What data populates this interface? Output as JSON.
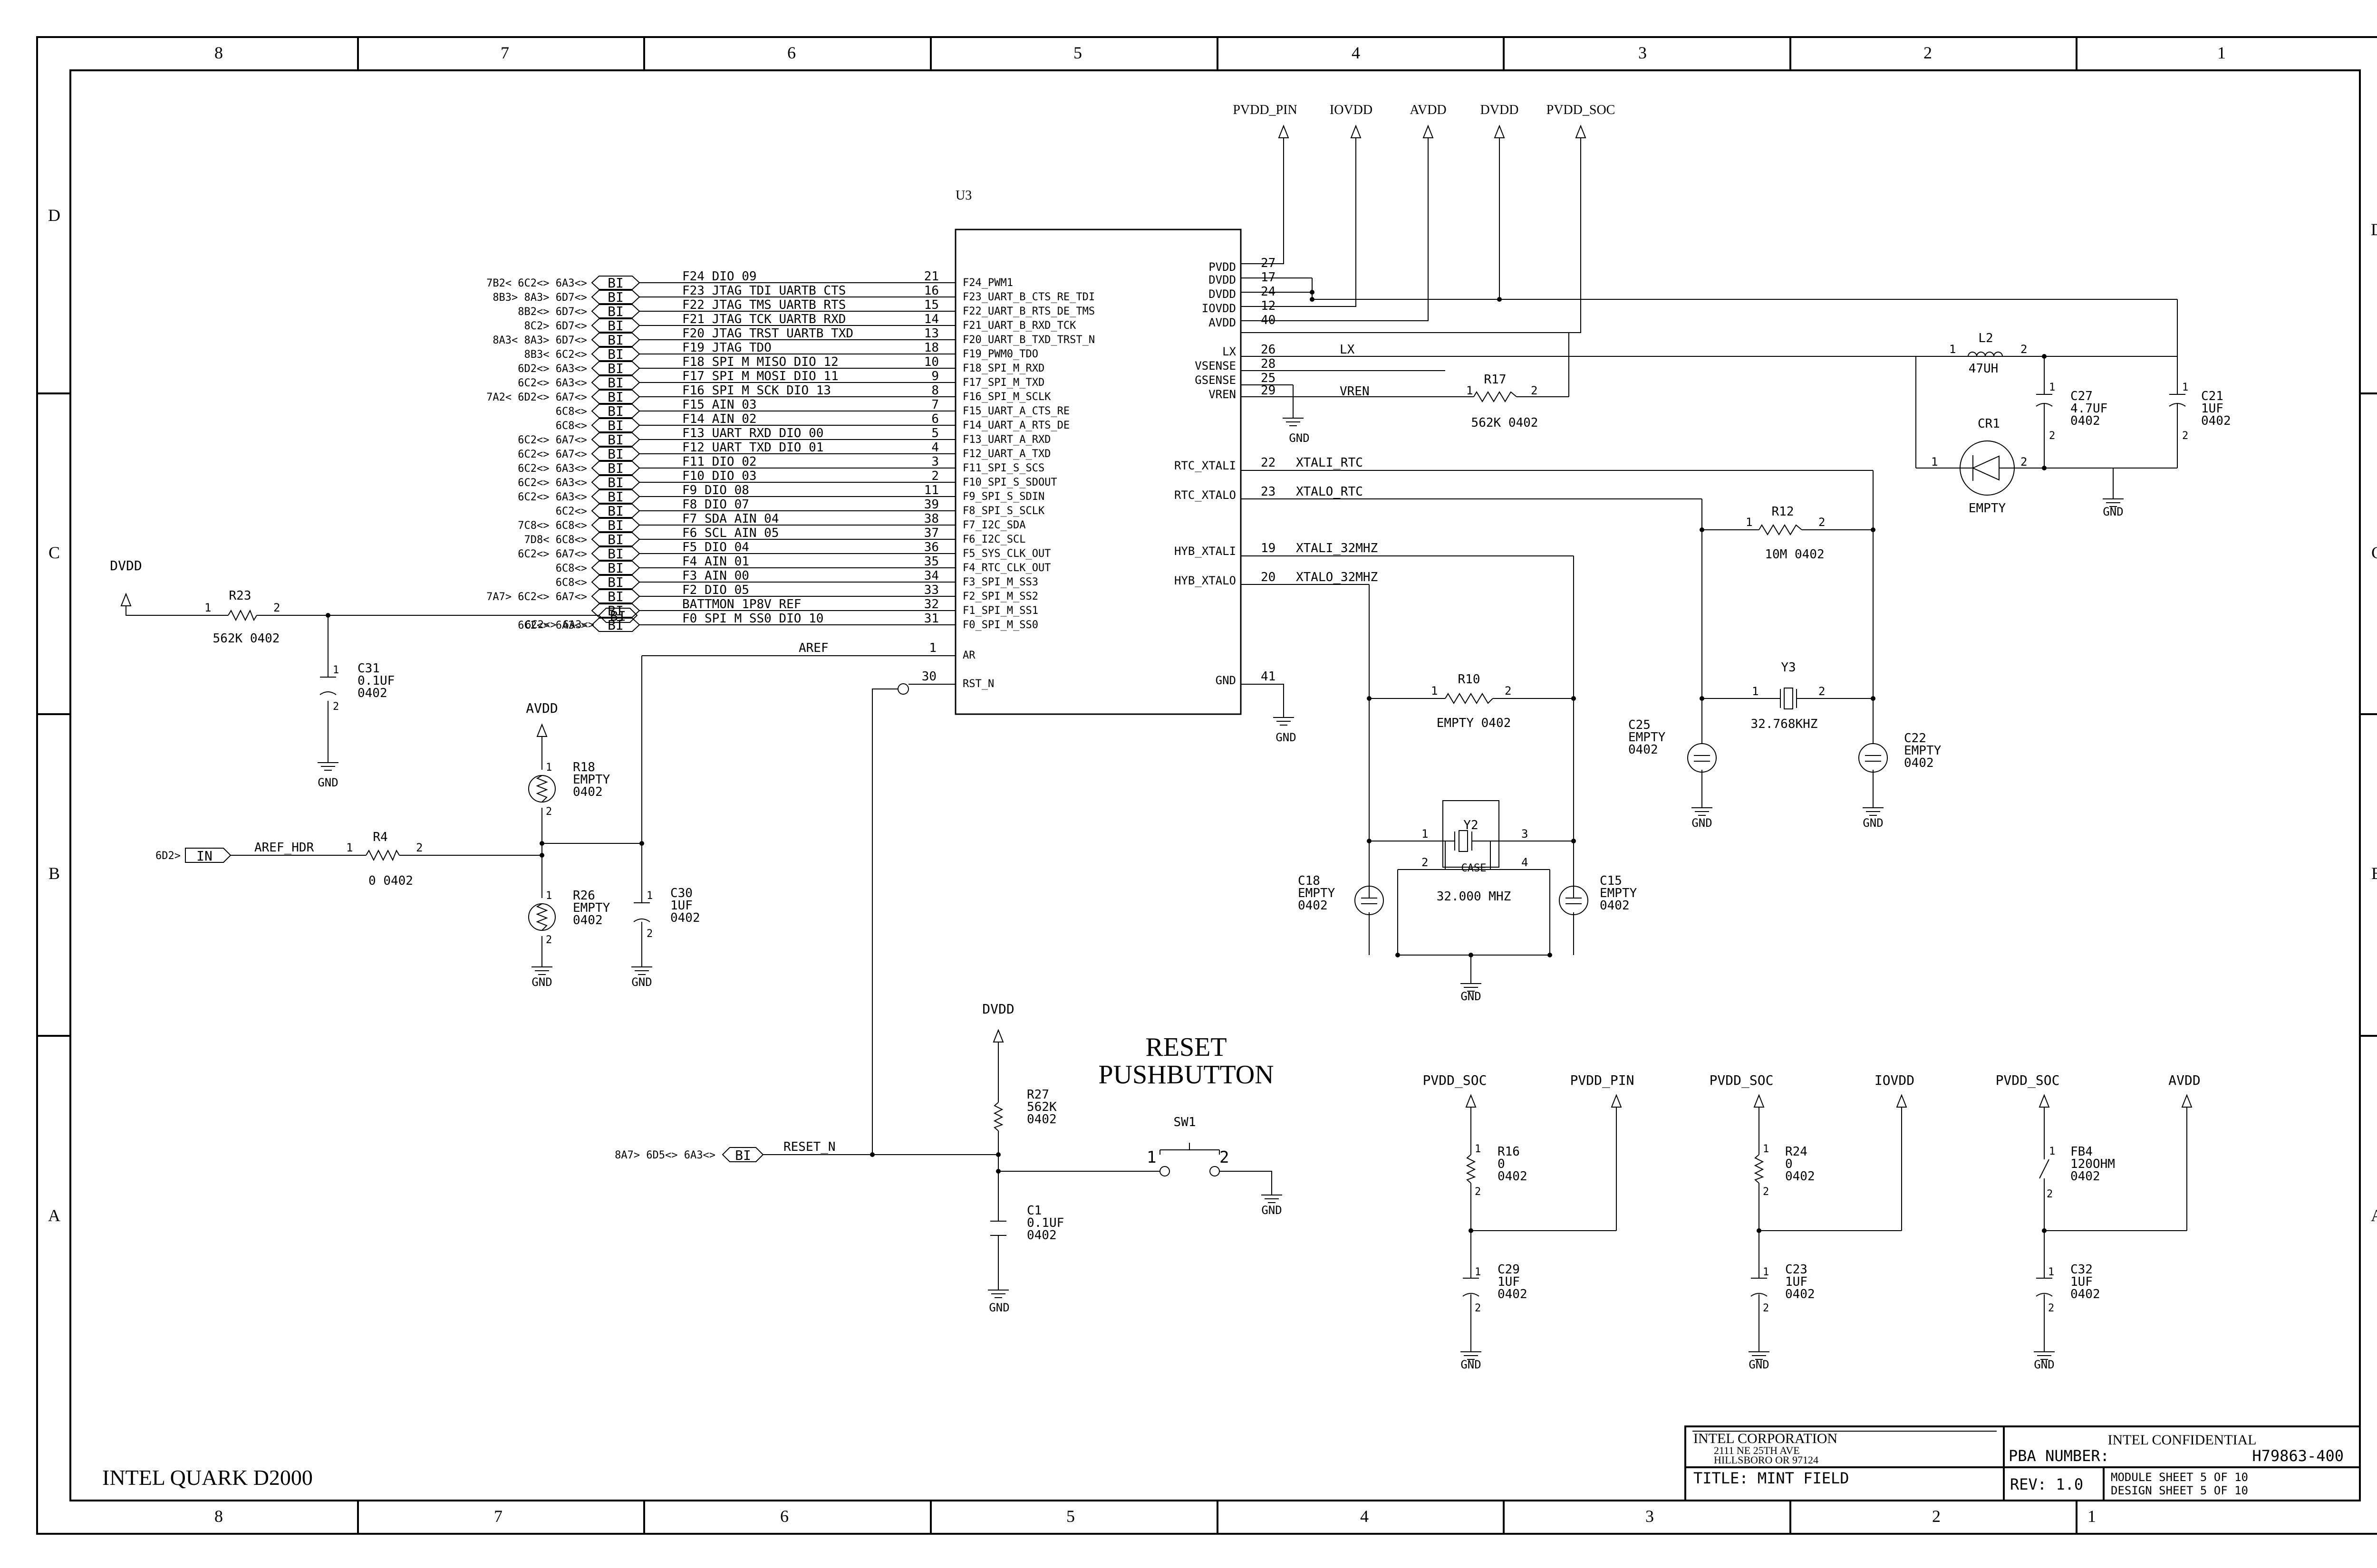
{
  "frame": {
    "cols_top": [
      "8",
      "7",
      "6",
      "5",
      "4",
      "3",
      "2",
      "1"
    ],
    "cols_bottom": [
      "8",
      "7",
      "6",
      "5",
      "4",
      "3",
      "2",
      "1"
    ],
    "rows_left": [
      "D",
      "C",
      "B",
      "A"
    ],
    "rows_right": [
      "D",
      "C",
      "B",
      "A"
    ]
  },
  "power_flags": [
    "PVDD_PIN",
    "IOVDD",
    "AVDD",
    "DVDD",
    "PVDD_SOC"
  ],
  "u3": {
    "refdes": "U3",
    "left_pins": [
      {
        "num": "21",
        "name": "F24_PWM1",
        "net": "F24_DIO_09",
        "xref": "7B2<  6C2<>  6A3<>"
      },
      {
        "num": "16",
        "name": "F23_UART_B_CTS_RE_TDI",
        "net": "F23_JTAG_TDI_UARTB_CTS",
        "xref": "8B3>  8A3>  6D7<>"
      },
      {
        "num": "15",
        "name": "F22_UART_B_RTS_DE_TMS",
        "net": "F22_JTAG_TMS_UARTB_RTS",
        "xref": "8B2<>  6D7<>"
      },
      {
        "num": "14",
        "name": "F21_UART_B_RXD_TCK",
        "net": "F21_JTAG_TCK_UARTB_RXD",
        "xref": "8C2>  6D7<>"
      },
      {
        "num": "13",
        "name": "F20_UART_B_TXD_TRST_N",
        "net": "F20_JTAG_TRST_UARTB_TXD",
        "xref": "8A3<  8A3>  6D7<>"
      },
      {
        "num": "18",
        "name": "F19_PWM0_TDO",
        "net": "F19_JTAG_TDO",
        "xref": "8B3<  6C2<>"
      },
      {
        "num": "10",
        "name": "F18_SPI_M_RXD",
        "net": "F18_SPI_M_MISO_DIO_12",
        "xref": "6D2<>  6A3<>"
      },
      {
        "num": "9",
        "name": "F17_SPI_M_TXD",
        "net": "F17_SPI_M_MOSI_DIO_11",
        "xref": "6C2<>  6A3<>"
      },
      {
        "num": "8",
        "name": "F16_SPI_M_SCLK",
        "net": "F16_SPI_M_SCK_DIO_13",
        "xref": "7A2<  6D2<>  6A7<>"
      },
      {
        "num": "7",
        "name": "F15_UART_A_CTS_RE",
        "net": "F15_AIN_03",
        "xref": "6C8<>"
      },
      {
        "num": "6",
        "name": "F14_UART_A_RTS_DE",
        "net": "F14_AIN_02",
        "xref": "6C8<>"
      },
      {
        "num": "5",
        "name": "F13_UART_A_RXD",
        "net": "F13_UART_RXD_DIO_00",
        "xref": "6C2<>  6A7<>"
      },
      {
        "num": "4",
        "name": "F12_UART_A_TXD",
        "net": "F12_UART_TXD_DIO_01",
        "xref": "6C2<>  6A7<>"
      },
      {
        "num": "3",
        "name": "F11_SPI_S_SCS",
        "net": "F11_DIO_02",
        "xref": "6C2<>  6A3<>"
      },
      {
        "num": "2",
        "name": "F10_SPI_S_SDOUT",
        "net": "F10_DIO_03",
        "xref": "6C2<>  6A3<>"
      },
      {
        "num": "11",
        "name": "F9_SPI_S_SDIN",
        "net": "F9_DIO_08",
        "xref": "6C2<>  6A3<>"
      },
      {
        "num": "39",
        "name": "F8_SPI_S_SCLK",
        "net": "F8_DIO_07",
        "xref": "6C2<>"
      },
      {
        "num": "38",
        "name": "F7_I2C_SDA",
        "net": "F7_SDA_AIN_04",
        "xref": "7C8<>  6C8<>"
      },
      {
        "num": "37",
        "name": "F6_I2C_SCL",
        "net": "F6_SCL_AIN_05",
        "xref": "7D8<  6C8<>"
      },
      {
        "num": "36",
        "name": "F5_SYS_CLK_OUT",
        "net": "F5_DIO_04",
        "xref": "6C2<>  6A7<>"
      },
      {
        "num": "35",
        "name": "F4_RTC_CLK_OUT",
        "net": "F4_AIN_01",
        "xref": "6C8<>"
      },
      {
        "num": "34",
        "name": "F3_SPI_M_SS3",
        "net": "F3_AIN_00",
        "xref": "6C8<>"
      },
      {
        "num": "33",
        "name": "F2_SPI_M_SS2",
        "net": "F2_DIO_05",
        "xref": "7A7>  6C2<>  6A7<>"
      },
      {
        "num": "32",
        "name": "F1_SPI_M_SS1",
        "net": "BATTMON_1P8V_REF",
        "xref": ""
      },
      {
        "num": "31",
        "name": "F0_SPI_M_SS0",
        "net": "F0_SPI_M_SS0_DIO_10",
        "xref": "6C2<>  6A3<>"
      }
    ],
    "ar_pin": {
      "num": "1",
      "name": "AR",
      "net": "AREF"
    },
    "rst_pin": {
      "num": "30",
      "name": "RST_N"
    },
    "power_pins": [
      {
        "name": "PVDD",
        "num": "27"
      },
      {
        "name": "DVDD",
        "num": "17"
      },
      {
        "name": "DVDD",
        "num": "24"
      },
      {
        "name": "IOVDD",
        "num": "12"
      },
      {
        "name": "AVDD",
        "num": "40"
      },
      {
        "name": "LX",
        "num": "26",
        "net": "LX"
      },
      {
        "name": "VSENSE",
        "num": "28"
      },
      {
        "name": "GSENSE",
        "num": "25"
      },
      {
        "name": "VREN",
        "num": "29",
        "net": "VREN"
      }
    ],
    "clock_pins": [
      {
        "name": "RTC_XTALI",
        "num": "22",
        "net": "XTALI_RTC"
      },
      {
        "name": "RTC_XTALO",
        "num": "23",
        "net": "XTALO_RTC"
      },
      {
        "name": "HYB_XTALI",
        "num": "19",
        "net": "XTALI_32MHZ"
      },
      {
        "name": "HYB_XTALO",
        "num": "20",
        "net": "XTALO_32MHZ"
      }
    ],
    "gnd_pin": {
      "name": "GND",
      "num": "41"
    }
  },
  "offpage": {
    "bi": "BI",
    "in": "IN"
  },
  "net_labels": {
    "gnd": "GND",
    "dvdd": "DVDD",
    "avdd": "AVDD",
    "aref_hdr": "AREF_HDR",
    "reset_n": "RESET_N",
    "pvdd_soc": "PVDD_SOC",
    "pvdd_pin": "PVDD_PIN",
    "iovdd": "IOVDD"
  },
  "xrefs": {
    "r23_in": "6C2<>  6A3<>",
    "aref_hdr_in": "6D2>",
    "reset_n": "8A7>  6D5<>  6A3<>"
  },
  "pins": {
    "one": "1",
    "two": "2",
    "three": "3",
    "four": "4"
  },
  "components": {
    "r23": {
      "ref": "R23",
      "val": "562K  0402"
    },
    "c31": {
      "ref": "C31",
      "val": "0.1UF",
      "pkg": "0402"
    },
    "r18": {
      "ref": "R18",
      "val": "EMPTY",
      "pkg": "0402"
    },
    "r4": {
      "ref": "R4",
      "val": "0  0402"
    },
    "r26": {
      "ref": "R26",
      "val": "EMPTY",
      "pkg": "0402"
    },
    "c30": {
      "ref": "C30",
      "val": "1UF",
      "pkg": "0402"
    },
    "r17": {
      "ref": "R17",
      "val": "562K  0402"
    },
    "l2": {
      "ref": "L2",
      "val": "47UH"
    },
    "cr1": {
      "ref": "CR1",
      "val": "EMPTY"
    },
    "c27": {
      "ref": "C27",
      "val": "4.7UF",
      "pkg": "0402"
    },
    "c21": {
      "ref": "C21",
      "val": "1UF",
      "pkg": "0402"
    },
    "r12": {
      "ref": "R12",
      "val": "10M  0402"
    },
    "y3": {
      "ref": "Y3",
      "val": "32.768KHZ"
    },
    "c25": {
      "ref": "C25",
      "val": "EMPTY",
      "pkg": "0402"
    },
    "c22": {
      "ref": "C22",
      "val": "EMPTY",
      "pkg": "0402"
    },
    "r10": {
      "ref": "R10",
      "val": "EMPTY    0402"
    },
    "y2": {
      "ref": "Y2",
      "case": "CASE",
      "val": "32.000 MHZ"
    },
    "c18": {
      "ref": "C18",
      "val": "EMPTY",
      "pkg": "0402"
    },
    "c15": {
      "ref": "C15",
      "val": "EMPTY",
      "pkg": "0402"
    },
    "r27": {
      "ref": "R27",
      "val": "562K",
      "pkg": "0402"
    },
    "c1": {
      "ref": "C1",
      "val": "0.1UF",
      "pkg": "0402"
    },
    "sw1": {
      "ref": "SW1"
    },
    "r16": {
      "ref": "R16",
      "val": "0",
      "pkg": "0402"
    },
    "c29": {
      "ref": "C29",
      "val": "1UF",
      "pkg": "0402"
    },
    "r24": {
      "ref": "R24",
      "val": "0",
      "pkg": "0402"
    },
    "c23": {
      "ref": "C23",
      "val": "1UF",
      "pkg": "0402"
    },
    "fb4": {
      "ref": "FB4",
      "val": "120OHM",
      "pkg": "0402"
    },
    "c32": {
      "ref": "C32",
      "val": "1UF",
      "pkg": "0402"
    }
  },
  "reset_title": [
    "RESET",
    "PUSHBUTTON"
  ],
  "board_title": "INTEL QUARK D2000",
  "title_block": {
    "company": "INTEL CORPORATION",
    "addr1": "2111 NE 25TH AVE",
    "addr2": "HILLSBORO OR 97124",
    "title": "TITLE:  MINT FIELD",
    "confidential": "INTEL CONFIDENTIAL",
    "pba_label": "PBA NUMBER:",
    "pba_number": "H79863-400",
    "rev": "REV: 1.0",
    "module_sheet": "MODULE SHEET 5 OF 10",
    "design_sheet": "DESIGN SHEET 5 OF 10"
  }
}
